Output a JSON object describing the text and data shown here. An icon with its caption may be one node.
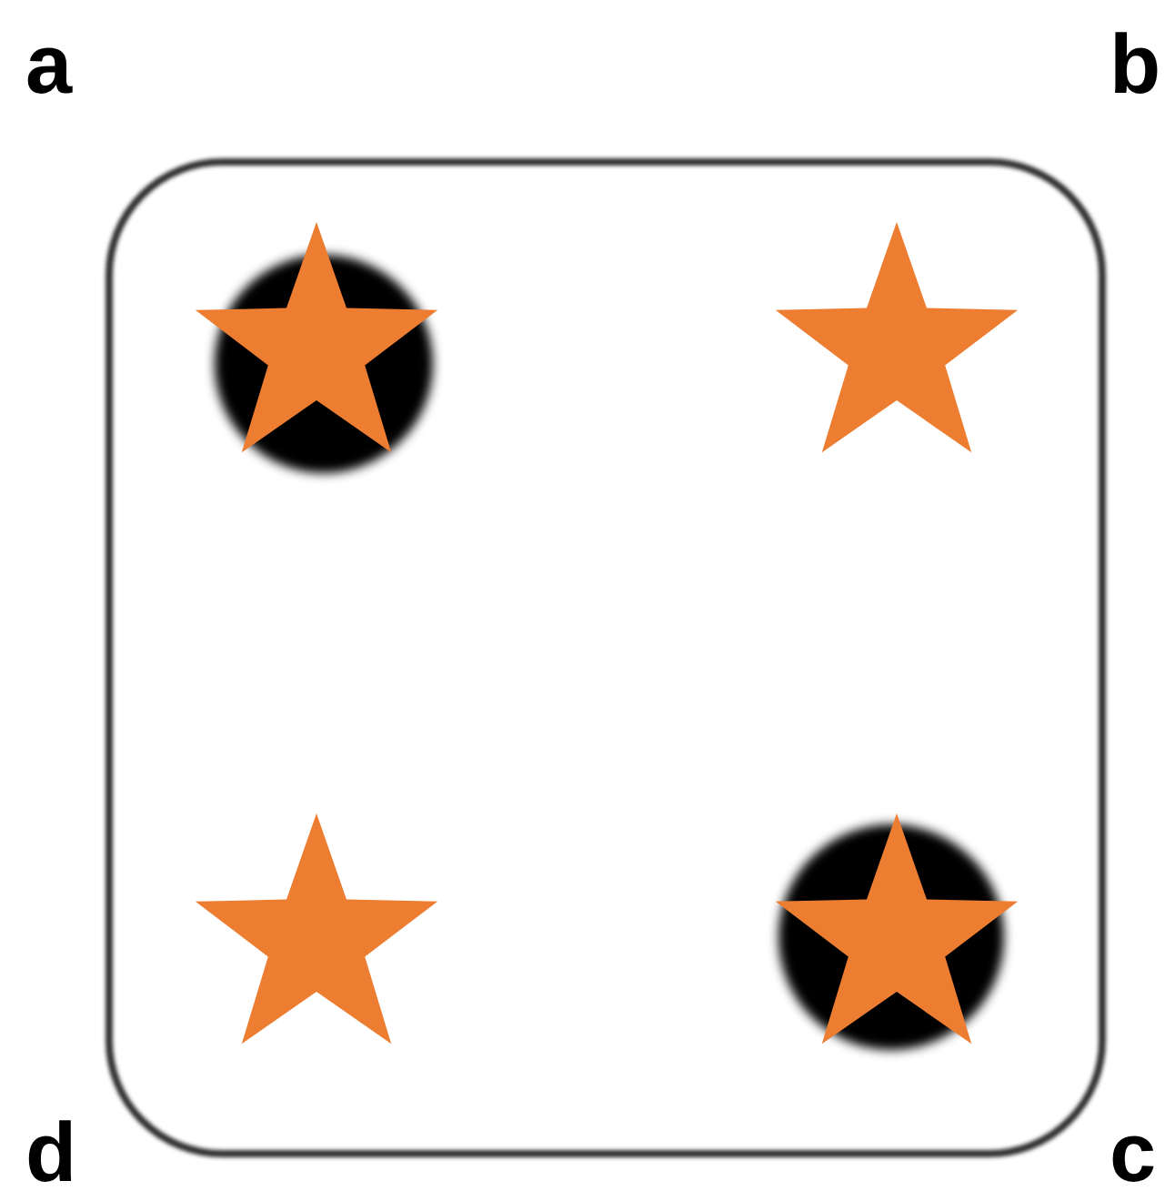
{
  "diagram": {
    "labels": [
      "a",
      "b",
      "d",
      "c"
    ]
  }
}
